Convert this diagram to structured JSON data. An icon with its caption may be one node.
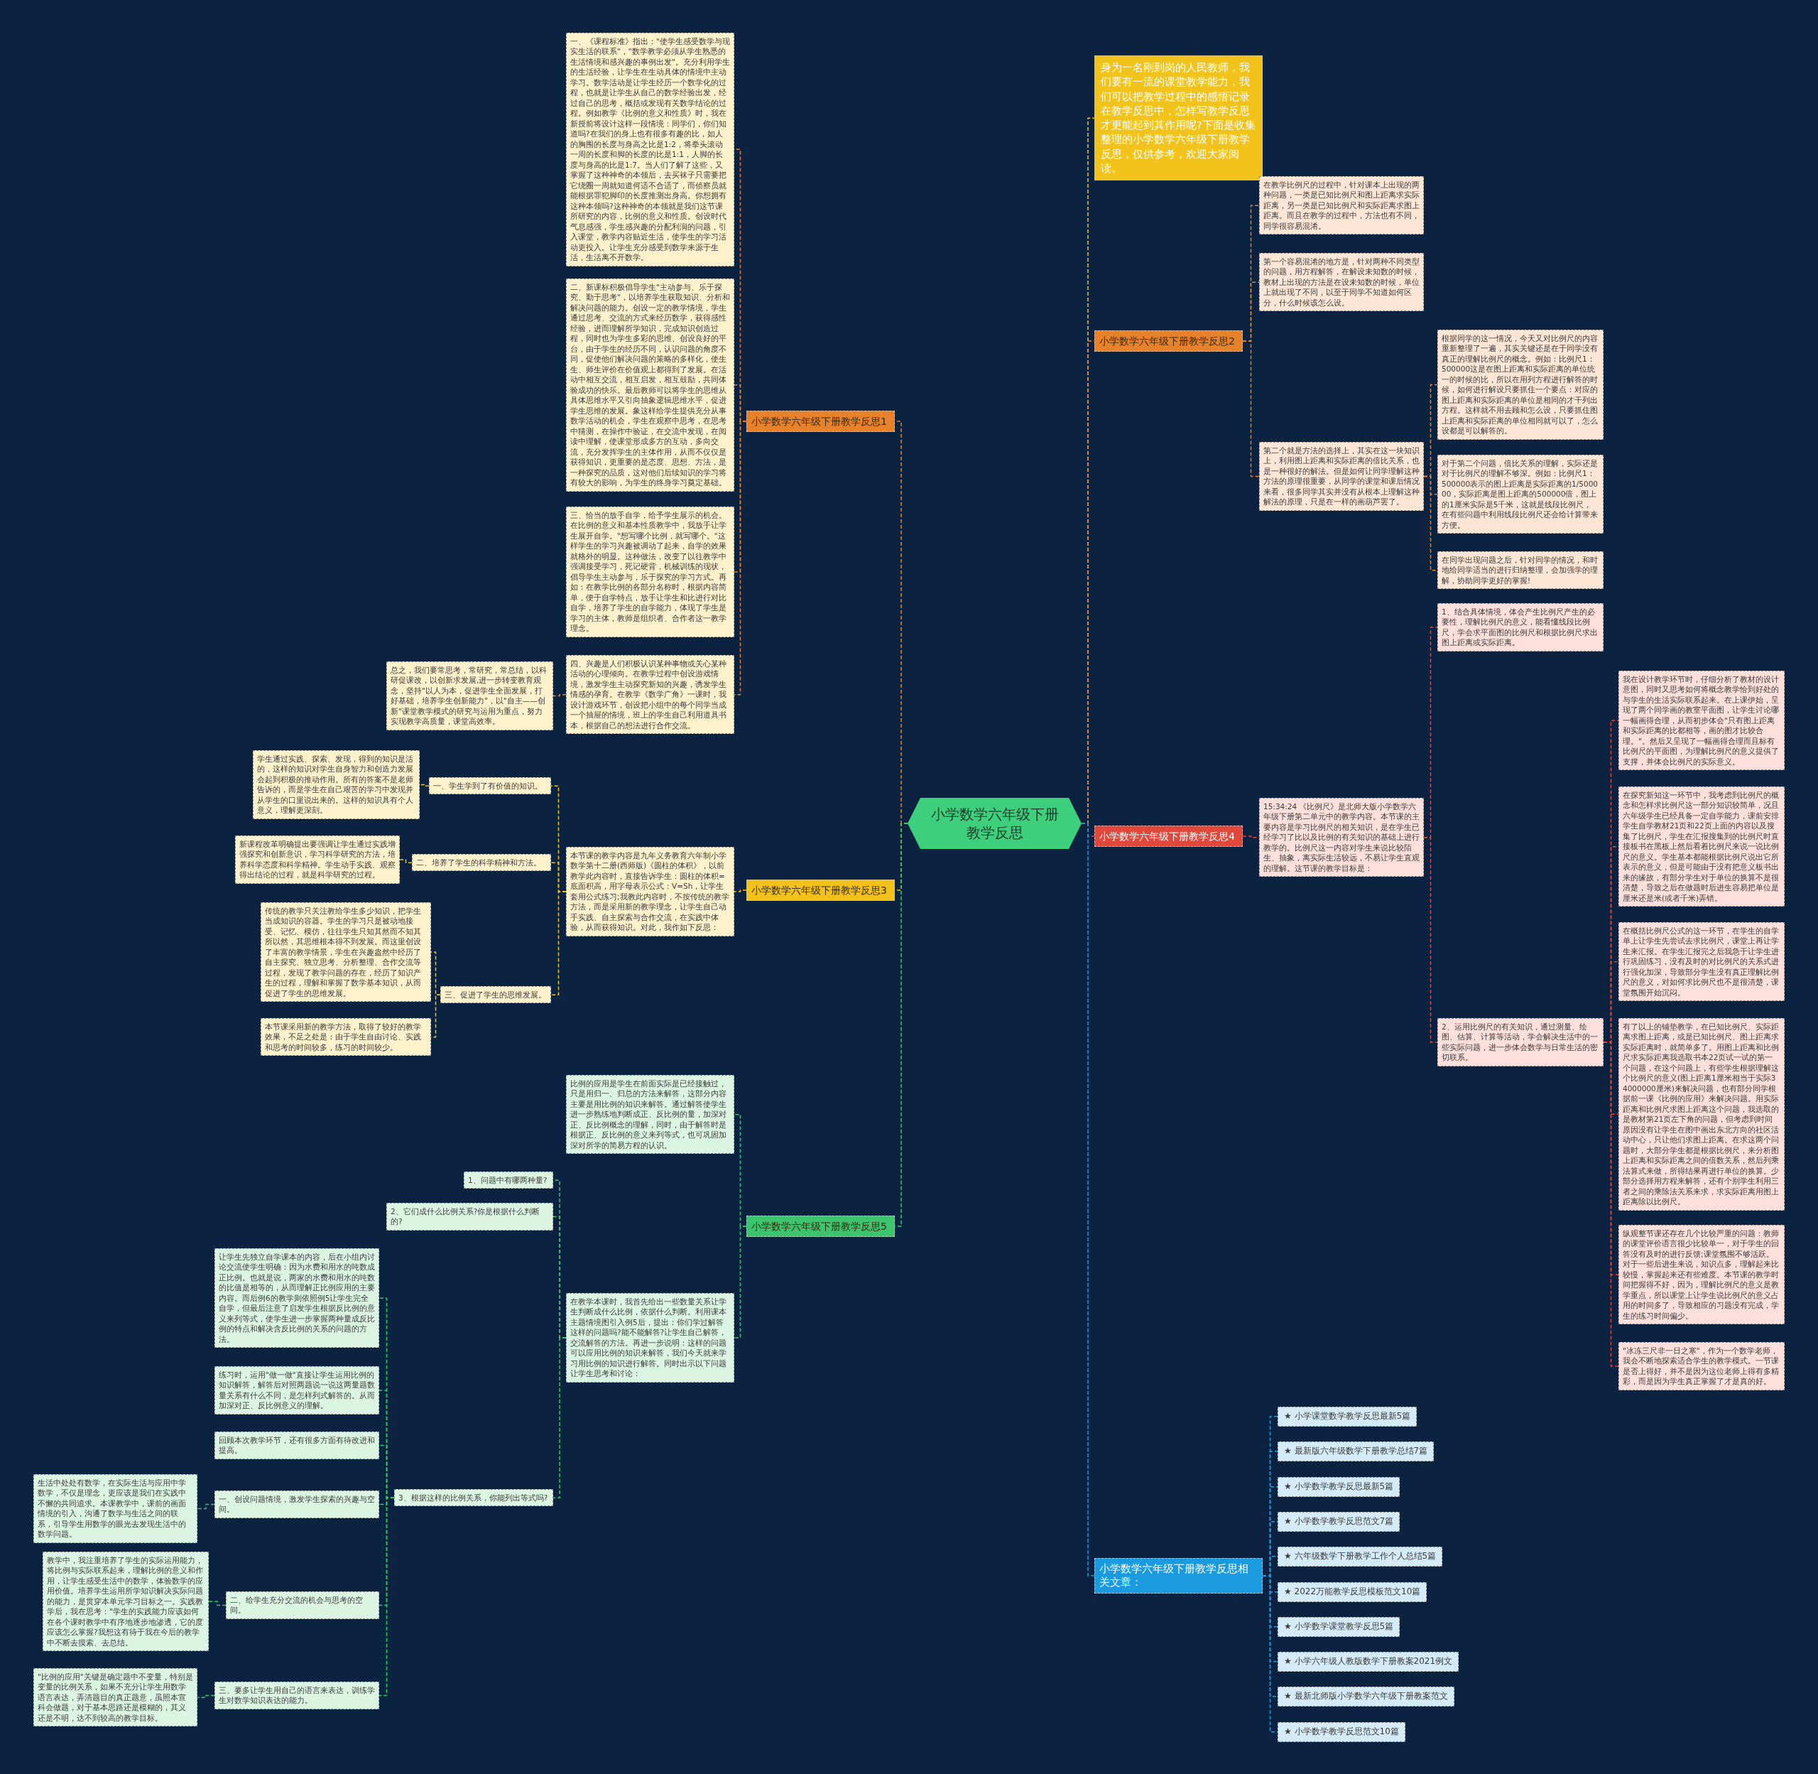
{
  "diagram": {
    "nodes": [
      {
        "text": [
          "小学数学六年级下册教学反思"
        ]
      },
      {
        "text": [
          "身为一名刚到岗的人民教师，我们要有一流的课堂教学能力，我们可以把教学过程中的感悟记录在教学反思中，怎样写教学反思才更能起到其作用呢?下面是收集整理的小学数学六年级下册教学反思，仅供参考，欢迎大家阅读。"
        ]
      },
      {
        "text": [
          "小学数学六年级下册教学反思1"
        ]
      },
      {
        "text": [
          "一、《课程标准》指出：\"使学生感受数学与现实生活的联系\"，\"数学教学必须从学生熟悉的生活情境和感兴趣的事例出发\"。充分利用学生的生活经验，让学生在生动具体的情境中主动学习。数学活动是让学生经历一个数学化的过程，也就是让学生从自己的数学经验出发，经过自己的思考，概括或发现有关数学结论的过程。例如教学《比例的意义和性质》时，我在新授前将设计这样一段情境：同学们，你们知道吗?在我们的身上也有很多有趣的比，如人的胸围的长度与身高之比是1:2，将拳头滚动一周的长度和脚的长度的比是1:1，人脚的长度与身高的比是1:7。当人们了解了这些，又掌握了这种神奇的本领后，去买袜子只需要把它绕圈一周就知道何适不合适了，而侦察员就能根据罪犯脚印的长度推测出身高。你想拥有这种本领吗?这种神奇的本领就是我们这节课所研究的内容，比例的意义和性质。创设时代气息感强，学生感兴趣的分配利润的问题，引入课堂，教学内容贴近生活，使学生的学习活动更投入。让学生充分感受到数学来源于生活，生活离不开数学。"
        ]
      },
      {
        "text": [
          "二、新课标积极倡导学生\"主动参与、乐于探究、勤于思考\"，以培养学生获取知识、分析和解决问题的能力。创设一定的教学情境，学生通过思考、交流的方式来经历数学，获得感性经验，进而理解所学知识，完成知识创造过程，同时也为学生多彩的思维、创设良好的平台，由于学生的经历不同，认识问题的角度不同，促使他们解决问题的策略的多样化，使生生、师生评价在价值观上都得到了发展。在活动中相互交流，相互启发，相互鼓励，共同体验成功的快乐。最后教师可以将学生的思维从具体思维水平又引向抽象逻辑思维水平，促进学生思维的发展。象这样给学生提供充分从事数学活动的机会，学生在观察中思考，在思考中猜测，在操作中验证，在交流中发现，在阅读中理解，使课堂形成多方的互动，多向交流，充分发挥学生的主体作用，从而不仅仅是获得知识，更重要的是态度、思想、方法，是一种探究的品质，这对他们后续知识的学习将有较大的影响，为学生的终身学习奠定基础。"
        ]
      },
      {
        "text": [
          "三、恰当的放手自学，给予学生展示的机会。在比例的意义和基本性质教学中，我放手让学生展开自学。\"想写哪个比例，就写哪个。\"这样学生的学习兴趣被调动了起来，自学的效果就格外的明显。这种做法，改变了以往教学中强调接受学习，死记硬背，机械训练的现状，倡导学生主动参与，乐于探究的学习方式。再如：在教学比例的各部分名称时，根据内容简单，便于自学特点，放手让学生和比进行对比自学，培养了学生的自学能力，体现了学生是学习的主体，教师是组织者、合作者这一教学理念。"
        ]
      },
      {
        "text": [
          "四、兴趣是人们积极认识某种事物或关心某种活动的心理倾向。在教学过程中创设游戏情境，激发学生主动探究新知的兴趣，诱发学生情感的孕育。在教学《数学广角》一课时，我设计游戏环节，创设把小组中的每个同学当成一个抽屉的情境，班上的学生自己利用道具书本，根据自己的想法进行合作交流。"
        ]
      },
      {
        "text": [
          "总之，我们要常思考，常研究，常总结，以科研促课改，以创新求发展,进一步转变教育观念，坚持\"以人为本，促进学生全面发展，打好基础，培养学生创新能力\"，以\"自主——创新\"课堂教学模式的研究与运用为重点，努力实现教学高质量，课堂高效率。"
        ]
      },
      {
        "text": [
          "小学数学六年级下册教学反思3"
        ]
      },
      {
        "text": [
          "本节课的教学内容是九年义务教育六年制小学数学第十二册(西师版)《圆柱的体积》，以前教学此内容时，直接告诉学生：圆柱的体积=底面积高，用字母表示公式：V=Sh，让学生套用公式练习;我教此内容时，不按传统的教学方法，而是采用新的教学理念，让学生自己动手实践、自主探索与合作交流，在实践中体验，从而获得知识。对此，我作如下反思："
        ]
      },
      {
        "text": [
          "一、学生学到了有价值的知识。"
        ]
      },
      {
        "text": [
          "学生通过实践、探索、发现，得到的知识是活的，这样的知识对学生自身智力和创造力发展会起到积极的推动作用。所有的答案不是老师告诉的，而是学生在自己艰苦的学习中发现并从学生的口里说出来的。这样的知识具有个人意义，理解更深刻。"
        ]
      },
      {
        "text": [
          "二、培养了学生的科学精神和方法。"
        ]
      },
      {
        "text": [
          "新课程改革明确提出要强调让学生通过实践增强探究和创新意识，学习科学研究的方法，培养科学态度和科学精神。学生动手实践、观察得出结论的过程，就是科学研究的过程。"
        ]
      },
      {
        "text": [
          "三、促进了学生的思维发展。"
        ]
      },
      {
        "text": [
          "传统的教学只关注教给学生多少知识，把学生当成知识的容器。学生的学习只是被动地接受、记忆、模仿，往往学生只知其然而不知其所以然，其思维根本得不到发展。而这里创设了丰富的教学情景，学生在兴趣盎然中经历了自主探究、独立思考、分析整理、合作交流等过程，发现了教学问题的存在，经历了知识产生的过程，理解和掌握了数学基本知识，从而促进了学生的思维发展。"
        ]
      },
      {
        "text": [
          "本节课采用新的教学方法，取得了较好的教学效果，不足之处是：由于学生自由讨论、实践和思考的时间较多，练习的时间较少。"
        ]
      },
      {
        "text": [
          "小学数学六年级下册教学反思5"
        ]
      },
      {
        "text": [
          "比例的应用是学生在前面实际是已经接触过，只是用归一、归总的方法来解答，这部分内容主要是用比例的知识来解答。通过解答使学生进一步熟练地判断成正、反比例的量，加深对正、反比例概念的理解，同时，由于解答时是根据正、反比例的意义来列等式，也可巩固加深对所学的简易方程的认识。"
        ]
      },
      {
        "text": [
          "在教学本课时，我首先给出一些数量关系让学生判断成什么比例，依据什么判断。利用课本主题情境图引入例5后，提出：你们学过解答这样的问题吗?能不能解答?让学生自己解答，交流解答的方法。再进一步说明：这样的问题可以应用比例的知识来解答，我们今天就来学习用比例的知识进行解答。同时出示以下问题让学生思考和讨论："
        ]
      },
      {
        "text": [
          "1、问题中有哪两种量?"
        ]
      },
      {
        "text": [
          "2、它们成什么比例关系?你是根据什么判断的?"
        ]
      },
      {
        "text": [
          "3、根据这样的比例关系，你能列出等式吗?"
        ]
      },
      {
        "text": [
          "让学生先独立自学课本的内容，后在小组内讨论交流使学生明确：因为水费和用水的吨数成正比例。也就是说，两家的水费和用水的吨数的比值是相等的，从而理解正比例应用的主要内容。而后例6的教学则依照例5让学生完全自学，但最后注意了启发学生根据反比例的意义来列等式，使学生进一步掌握两种量成反比例的特点和解决含反比例的关系的问题的方法。"
        ]
      },
      {
        "text": [
          "练习时，运用\"做一做\"直接让学生运用比例的知识解答，解答后对照两题说一说这两量题数量关系有什么不同，是怎样列式解答的。从而加深对正、反比例意义的理解。"
        ]
      },
      {
        "text": [
          "回顾本次教学环节，还有很多方面有待改进和提高。"
        ]
      },
      {
        "text": [
          "一、创设问题情境，激发学生探索的兴趣与空间。"
        ]
      },
      {
        "text": [
          "生活中处处有数学，在实际生活与应用中学数学，不仅是理念，更应该是我们在实践中不懈的共同追求。本课教学中，课前的画面情境的引入，沟通了数学与生活之间的联系，引导学生用数学的眼光去发现生活中的数学问题。"
        ]
      },
      {
        "text": [
          "二、给学生充分交流的机会与思考的空间。"
        ]
      },
      {
        "text": [
          "教学中，我注重培养了学生的实际运用能力，将比例与实际联系起来，理解比例的意义和作用，让学生感受生活中的数学，体验数学的应用价值。培养学生运用所学知识解决实际问题的能力，是贯穿本单元学习目标之一。实践教学后，我在思考：\"学生的实践能力应该如何在各个课时教学中有序地逐步地渗透，它的度应该怎么掌握?我想这有待于我在今后的教学中不断去摸索、去总结。"
        ]
      },
      {
        "text": [
          "三、要多让学生用自己的语言来表达，训练学生对数学知识表达的能力。"
        ]
      },
      {
        "text": [
          "\"比例的应用\"关键是确定题中不变量，特别是变量的比例关系，如果不充分让学生用数学语言表达，弄清题目的真正题意，虽照本宣科会做题，对于基本思路还是模糊的，其义还是不明，达不到较高的教学目标。"
        ]
      },
      {
        "text": [
          "小学数学六年级下册教学反思2"
        ]
      },
      {
        "text": [
          "在教学比例尺的过程中，针对课本上出现的两种问题，一类是已知比例尺和图上距离求实际距离，另一类是已知比例尺和实际距离求图上距离。而且在教学的过程中，方法也有不同，同学很容易混淆。"
        ]
      },
      {
        "text": [
          "第一个容易混淆的地方是，针对两种不同类型的问题，用方程解答，在解设未知数的时候，教材上出现的方法是在设未知数的时候，单位上就出现了不同，以至于同学不知道如何区分，什么时候该怎么设。"
        ]
      },
      {
        "text": [
          "第二个就是方法的选择上，其实在这一块知识上，利用图上距离和实际距离的倍比关系，也是一种很好的解法。但是如何让同学理解这种方法的原理很重要，从同学的课堂和课后情况来看，很多同学其实并没有从根本上理解这种解法的原理，只是在一样的画葫芦罢了。"
        ]
      },
      {
        "text": [
          "根据同学的这一情况，今天又对比例尺的内容重新整理了一遍，其实关键还是在于同学没有真正的理解比例尺的概念。例如：比例尺1：500000这是在图上距离和实际距离的单位统一的时候的比，所以在用列方程进行解答的时候，如何进行解设只要抓住一个要点：对应的图上距离和实际距离的单位是相同的才干列出方程。这样就不用去顾和怎么设，只要抓住图上距离和实际距离的单位相同就可以了，怎么设都是可以解答的。"
        ]
      },
      {
        "text": [
          "对于第二个问题，倍比关系的理解，实际还是对于比例尺的理解不够深。例如：比例尺1：500000表示的图上距离是实际距离的1/500000，实际距离是图上距离的500000倍，图上的1厘米实际是5千米，这就是线段比例尺，在有些问题中利用线段比例尺还会给计算带来方便。"
        ]
      },
      {
        "text": [
          "在同学出现问题之后，针对同学的情况，和时地给同学适当的进行归纳整理，会加强学的理解，协助同学更好的掌握!"
        ]
      },
      {
        "text": [
          "小学数学六年级下册教学反思4"
        ]
      },
      {
        "text": [
          "15:34:24 《比例尺》是北师大版小学数学六年级下册第二单元中的教学内容。本节课的主要内容是学习比例尺的相关知识，是在学生已经学习了比以及比例的有关知识的基础上进行教学的。比例尺这一内容对学生来说比较陌生、抽象，离实际生活较远，不易让学生直观的理解。这节课的教学目标是："
        ]
      },
      {
        "text": [
          "1、结合具体情境，体会产生比例尺产生的必要性，理解比例尺的意义，能看懂线段比例尺，学会求平面图的比例尺和根据比例尺求出图上距离或实际距离。"
        ]
      },
      {
        "text": [
          "2、运用比例尺的有关知识，通过测量、绘图、估算、计算等活动，学会解决生活中的一些实际问题，进一步体会数学与日常生活的密切联系。"
        ]
      },
      {
        "text": [
          "我在设计教学环节时，仔细分析了教材的设计意图，同时又思考如何将概念教学恰到好处的与学生的生活实际联系起来。在上课伊始，呈现了两个同学画的教室平面图，让学生讨论哪一幅画得合理，从而初步体会\"只有图上距离和实际距离的比都相等，画的图才比较合理。\"。然后又呈现了一幅画得合理而且标有比例尺的平面图，为理解比例尺的意义提供了支撑，并体会比例尺的实际意义。"
        ]
      },
      {
        "text": [
          "在探究新知这一环节中，我考虑到比例尺的概念和怎样求比例尺这一部分知识较简单，况且六年级学生已经具备一定自学能力，课前安排学生自学教材21页和22页上面的内容以及搜集了比例尺，学生在汇报搜集到的比例尺时直接板书在黑板上然后看着比例尺来说一说比例尺的意义。学生基本都能根据比例尺说出它所表示的意义，但是可能由于没有把意义板书出来的缘故，有部分学生对于单位的换算不是很清楚，导致之后在做题时后进生容易把单位是厘米还是米(或者千米)弄错。"
        ]
      },
      {
        "text": [
          "在概括比例尺公式的这一环节，在学生的自学单上让学生先尝试去求比例尺，课堂上再让学生来汇报。在学生汇报完之后我急于让学生进行巩固练习，没有及时的对比例尺的关系式进行强化加深，导致部分学生没有真正理解比例尺的意义，对如何求比例尺也不是很清楚，课堂氛围开始沉闷。"
        ]
      },
      {
        "text": [
          "有了以上的铺垫教学，在已知比例尺、实际距离求图上距离，或是已知比例尺、图上距离求实际距离时，就简单多了。用图上距离和比例尺求实际距离我选取书本22页试一试的第一个问题，在这个问题上，有些学生根据理解这个比例尺的意义(图上距离1厘米相当于实际34000000厘米)来解决问题，也有部分同学根据前一课《比例的应用》来解决问题。用实际距离和比例尺求图上距离这个问题，我选取的是教材第21页左下角的问题，但考虑到时间原因没有让学生在图中画出东北方向的社区活动中心，只让他们求图上距离。在求这两个问题时，大部分学生都是根据比例尺，来分析图上距离和实际距离之间的倍数关系，然后列乘法算式来做，所得结果再进行单位的换算。少部分选择用方程来解答，还有个别学生利用三者之间的乘除法关系来求，求实际距离用图上距离除以比例尺。"
        ]
      },
      {
        "text": [
          "纵观整节课还存在几个比较严重的问题：教师的课堂评价语言很少比较单一，对于学生的回答没有及时的进行反馈;课堂氛围不够活跃。对于一些后进生来说，知识点多，理解起来比较慢，掌握起来还有些难度。本节课的教学时间把握得不好，因为，理解比例尺的意义是教学重点，所以课堂上让学生说比例尺的意义占用的时间多了，导致相应的习题没有完成，学生的练习时间偏少。"
        ]
      },
      {
        "text": [
          "\"冰冻三尺非一日之寒\"，作为一个数学老师，我会不断地探索适合学生的教学模式。一节课是否上得好，并不是因为这位老师上得有多精彩，而是因为学生真正掌握了才是真的好。"
        ]
      },
      {
        "text": [
          "小学数学六年级下册教学反思相关文章："
        ]
      },
      {
        "text": [
          "★ 小学课堂数学教学反思最新5篇"
        ]
      },
      {
        "text": [
          "★ 最新版六年级数学下册教学总结7篇"
        ]
      },
      {
        "text": [
          "★ 小学数学教学反思最新5篇"
        ]
      },
      {
        "text": [
          "★ 小学数学教学反思范文7篇"
        ]
      },
      {
        "text": [
          "★ 六年级数学下册教学工作个人总结5篇"
        ]
      },
      {
        "text": [
          "★ 2022万能教学反思模板范文10篇"
        ]
      },
      {
        "text": [
          "★ 小学数学课堂教学反思5篇"
        ]
      },
      {
        "text": [
          "★ 小学六年级人教版数学下册教案2021例文"
        ]
      },
      {
        "text": [
          "★ 最新北师版小学数学六年级下册教案范文"
        ]
      },
      {
        "text": [
          "★ 小学数学教学反思范文10篇"
        ]
      }
    ],
    "edges": [
      {
        "from": 0,
        "to": 1,
        "arrow": "none",
        "color": "#f2c21b"
      },
      {
        "from": 0,
        "to": 2,
        "arrow": "none",
        "color": "#e8822a"
      },
      {
        "from": 2,
        "to": 3,
        "arrow": "none",
        "color": "#e8822a"
      },
      {
        "from": 2,
        "to": 4,
        "arrow": "none",
        "color": "#e8822a"
      },
      {
        "from": 2,
        "to": 5,
        "arrow": "none",
        "color": "#e8822a"
      },
      {
        "from": 2,
        "to": 6,
        "arrow": "none",
        "color": "#e8822a"
      },
      {
        "from": 6,
        "to": 7,
        "arrow": "none",
        "color": "#e8822a"
      },
      {
        "from": 0,
        "to": 8,
        "arrow": "none",
        "color": "#f2c21b"
      },
      {
        "from": 8,
        "to": 9,
        "arrow": "none",
        "color": "#f2c21b"
      },
      {
        "from": 9,
        "to": 10,
        "arrow": "none",
        "color": "#f2c21b"
      },
      {
        "from": 10,
        "to": 11,
        "arrow": "none",
        "color": "#f2c21b"
      },
      {
        "from": 9,
        "to": 12,
        "arrow": "none",
        "color": "#f2c21b"
      },
      {
        "from": 12,
        "to": 13,
        "arrow": "none",
        "color": "#f2c21b"
      },
      {
        "from": 9,
        "to": 14,
        "arrow": "none",
        "color": "#f2c21b"
      },
      {
        "from": 14,
        "to": 15,
        "arrow": "none",
        "color": "#f2c21b"
      },
      {
        "from": 14,
        "to": 16,
        "arrow": "none",
        "color": "#f2c21b"
      },
      {
        "from": 0,
        "to": 17,
        "arrow": "none",
        "color": "#3cc36e"
      },
      {
        "from": 17,
        "to": 18,
        "arrow": "none",
        "color": "#3cc36e"
      },
      {
        "from": 17,
        "to": 19,
        "arrow": "none",
        "color": "#3cc36e"
      },
      {
        "from": 19,
        "to": 20,
        "arrow": "none",
        "color": "#3cc36e"
      },
      {
        "from": 19,
        "to": 21,
        "arrow": "none",
        "color": "#3cc36e"
      },
      {
        "from": 19,
        "to": 22,
        "arrow": "none",
        "color": "#3cc36e"
      },
      {
        "from": 22,
        "to": 23,
        "arrow": "none",
        "color": "#3cc36e"
      },
      {
        "from": 22,
        "to": 24,
        "arrow": "none",
        "color": "#3cc36e"
      },
      {
        "from": 22,
        "to": 25,
        "arrow": "none",
        "color": "#3cc36e"
      },
      {
        "from": 22,
        "to": 26,
        "arrow": "none",
        "color": "#3cc36e"
      },
      {
        "from": 26,
        "to": 27,
        "arrow": "none",
        "color": "#3cc36e"
      },
      {
        "from": 22,
        "to": 28,
        "arrow": "none",
        "color": "#3cc36e"
      },
      {
        "from": 28,
        "to": 29,
        "arrow": "none",
        "color": "#3cc36e"
      },
      {
        "from": 22,
        "to": 30,
        "arrow": "none",
        "color": "#3cc36e"
      },
      {
        "from": 30,
        "to": 31,
        "arrow": "none",
        "color": "#3cc36e"
      },
      {
        "from": 0,
        "to": 32,
        "arrow": "none",
        "color": "#e8822a"
      },
      {
        "from": 32,
        "to": 33,
        "arrow": "none",
        "color": "#e8822a"
      },
      {
        "from": 32,
        "to": 34,
        "arrow": "none",
        "color": "#e8822a"
      },
      {
        "from": 32,
        "to": 35,
        "arrow": "none",
        "color": "#e8822a"
      },
      {
        "from": 35,
        "to": 36,
        "arrow": "none",
        "color": "#e8822a"
      },
      {
        "from": 35,
        "to": 37,
        "arrow": "none",
        "color": "#e8822a"
      },
      {
        "from": 35,
        "to": 38,
        "arrow": "none",
        "color": "#e8822a"
      },
      {
        "from": 0,
        "to": 39,
        "arrow": "none",
        "color": "#e0483c"
      },
      {
        "from": 39,
        "to": 40,
        "arrow": "none",
        "color": "#e0483c"
      },
      {
        "from": 40,
        "to": 41,
        "arrow": "none",
        "color": "#e0483c"
      },
      {
        "from": 40,
        "to": 42,
        "arrow": "none",
        "color": "#e0483c"
      },
      {
        "from": 42,
        "to": 43,
        "arrow": "none",
        "color": "#e0483c"
      },
      {
        "from": 42,
        "to": 44,
        "arrow": "none",
        "color": "#e0483c"
      },
      {
        "from": 42,
        "to": 45,
        "arrow": "none",
        "color": "#e0483c"
      },
      {
        "from": 42,
        "to": 46,
        "arrow": "none",
        "color": "#e0483c"
      },
      {
        "from": 42,
        "to": 47,
        "arrow": "none",
        "color": "#e0483c"
      },
      {
        "from": 42,
        "to": 48,
        "arrow": "none",
        "color": "#e0483c"
      },
      {
        "from": 0,
        "to": 49,
        "arrow": "none",
        "color": "#1b9ce2"
      },
      {
        "from": 49,
        "to": 50,
        "arrow": "none",
        "color": "#1b9ce2"
      },
      {
        "from": 49,
        "to": 51,
        "arrow": "none",
        "color": "#1b9ce2"
      },
      {
        "from": 49,
        "to": 52,
        "arrow": "none",
        "color": "#1b9ce2"
      },
      {
        "from": 49,
        "to": 53,
        "arrow": "none",
        "color": "#1b9ce2"
      },
      {
        "from": 49,
        "to": 54,
        "arrow": "none",
        "color": "#1b9ce2"
      },
      {
        "from": 49,
        "to": 55,
        "arrow": "none",
        "color": "#1b9ce2"
      },
      {
        "from": 49,
        "to": 56,
        "arrow": "none",
        "color": "#1b9ce2"
      },
      {
        "from": 49,
        "to": 57,
        "arrow": "none",
        "color": "#1b9ce2"
      },
      {
        "from": 49,
        "to": 58,
        "arrow": "none",
        "color": "#1b9ce2"
      },
      {
        "from": 49,
        "to": 59,
        "arrow": "none",
        "color": "#1b9ce2"
      }
    ]
  }
}
